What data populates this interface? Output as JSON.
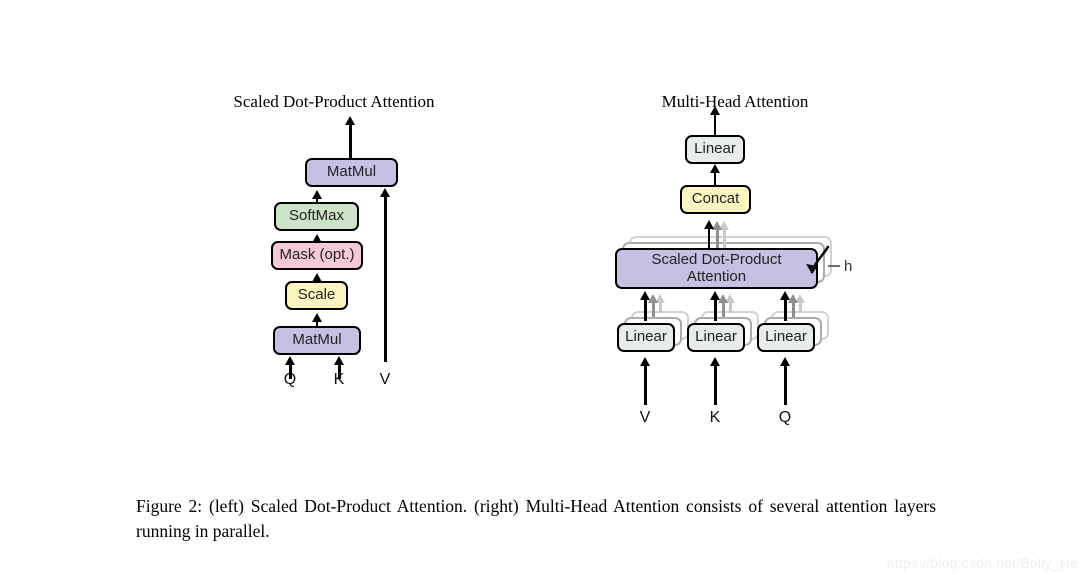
{
  "figure": {
    "left_title": "Scaled Dot-Product Attention",
    "right_title": "Multi-Head Attention",
    "caption": "Figure 2: (left) Scaled Dot-Product Attention. (right) Multi-Head Attention consists of several attention layers running in parallel.",
    "watermark": "https://blog.csdn.net/Bolly_He"
  },
  "colors": {
    "lavender": "#c6c0e3",
    "green": "#cde3c8",
    "pink": "#f6c9da",
    "yellow": "#faf4c0",
    "gray_box": "#e8ecec",
    "outline": "#000000",
    "ghost_mid": "#9a9a9a",
    "ghost_light": "#c9c9c9",
    "arrow_dark": "#000000",
    "arrow_mid": "#8f8f8f",
    "arrow_light": "#c9c9c9"
  },
  "left_diagram": {
    "nodes": [
      {
        "id": "matmul-top",
        "label": "MatMul",
        "fill": "#c6c0e3"
      },
      {
        "id": "softmax",
        "label": "SoftMax",
        "fill": "#cde3c8"
      },
      {
        "id": "mask",
        "label": "Mask (opt.)",
        "fill": "#f6c9da"
      },
      {
        "id": "scale",
        "label": "Scale",
        "fill": "#faf4c0"
      },
      {
        "id": "matmul-bot",
        "label": "MatMul",
        "fill": "#c6c0e3"
      }
    ],
    "inputs": [
      {
        "id": "q",
        "label": "Q"
      },
      {
        "id": "k",
        "label": "K"
      },
      {
        "id": "v",
        "label": "V"
      }
    ]
  },
  "right_diagram": {
    "nodes": [
      {
        "id": "linear-out",
        "label": "Linear",
        "fill": "#e8ecec"
      },
      {
        "id": "concat",
        "label": "Concat",
        "fill": "#faf4c0"
      },
      {
        "id": "sdpa-line1",
        "label": "Scaled Dot-Product",
        "fill": "#c6c0e3"
      },
      {
        "id": "sdpa-line2",
        "label": "Attention",
        "fill": "#c6c0e3"
      },
      {
        "id": "linear-v",
        "label": "Linear",
        "fill": "#e8ecec"
      },
      {
        "id": "linear-k",
        "label": "Linear",
        "fill": "#e8ecec"
      },
      {
        "id": "linear-q",
        "label": "Linear",
        "fill": "#e8ecec"
      }
    ],
    "heads_label": "h",
    "inputs": [
      {
        "id": "v",
        "label": "V"
      },
      {
        "id": "k",
        "label": "K"
      },
      {
        "id": "q",
        "label": "Q"
      }
    ]
  }
}
